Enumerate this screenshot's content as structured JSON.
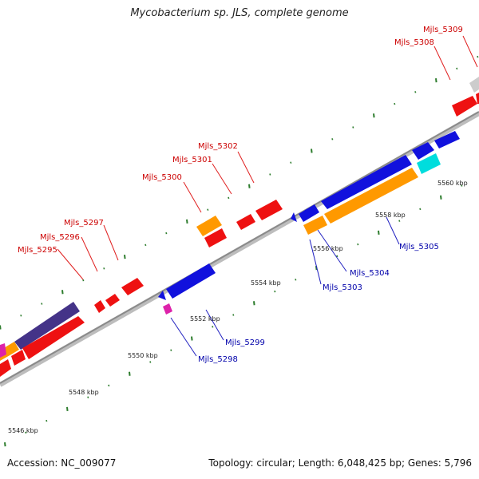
{
  "title": "Mycobacterium sp. JLS, complete genome",
  "footer": {
    "accession": "Accession: NC_009077",
    "summary": "Topology: circular; Length: 6,048,425 bp; Genes: 5,796"
  },
  "colors": {
    "background": "#ffffff",
    "backbone": "#9a9a9a",
    "tick": "#2e7d2e",
    "label_top": "#cc0000",
    "label_bottom": "#0000aa",
    "gene_red": "#ee1111",
    "gene_blue": "#1111dd",
    "gene_orange": "#ff9900",
    "gene_navy": "#443388",
    "gene_cyan": "#00dddd",
    "gene_magenta": "#dd22aa",
    "gene_grey": "#cccccc"
  },
  "scale_labels": [
    "5546 kbp",
    "5548 kbp",
    "5550 kbp",
    "5552 kbp",
    "5554 kbp",
    "5556 kbp",
    "5558 kbp",
    "5560 kbp"
  ],
  "gene_labels_top": [
    "Mjls_5295",
    "Mjls_5296",
    "Mjls_5297",
    "Mjls_5300",
    "Mjls_5301",
    "Mjls_5302",
    "Mjls_5308",
    "Mjls_5309"
  ],
  "gene_labels_bottom": [
    "Mjls_5298",
    "Mjls_5299",
    "Mjls_5303",
    "Mjls_5304",
    "Mjls_5305"
  ]
}
